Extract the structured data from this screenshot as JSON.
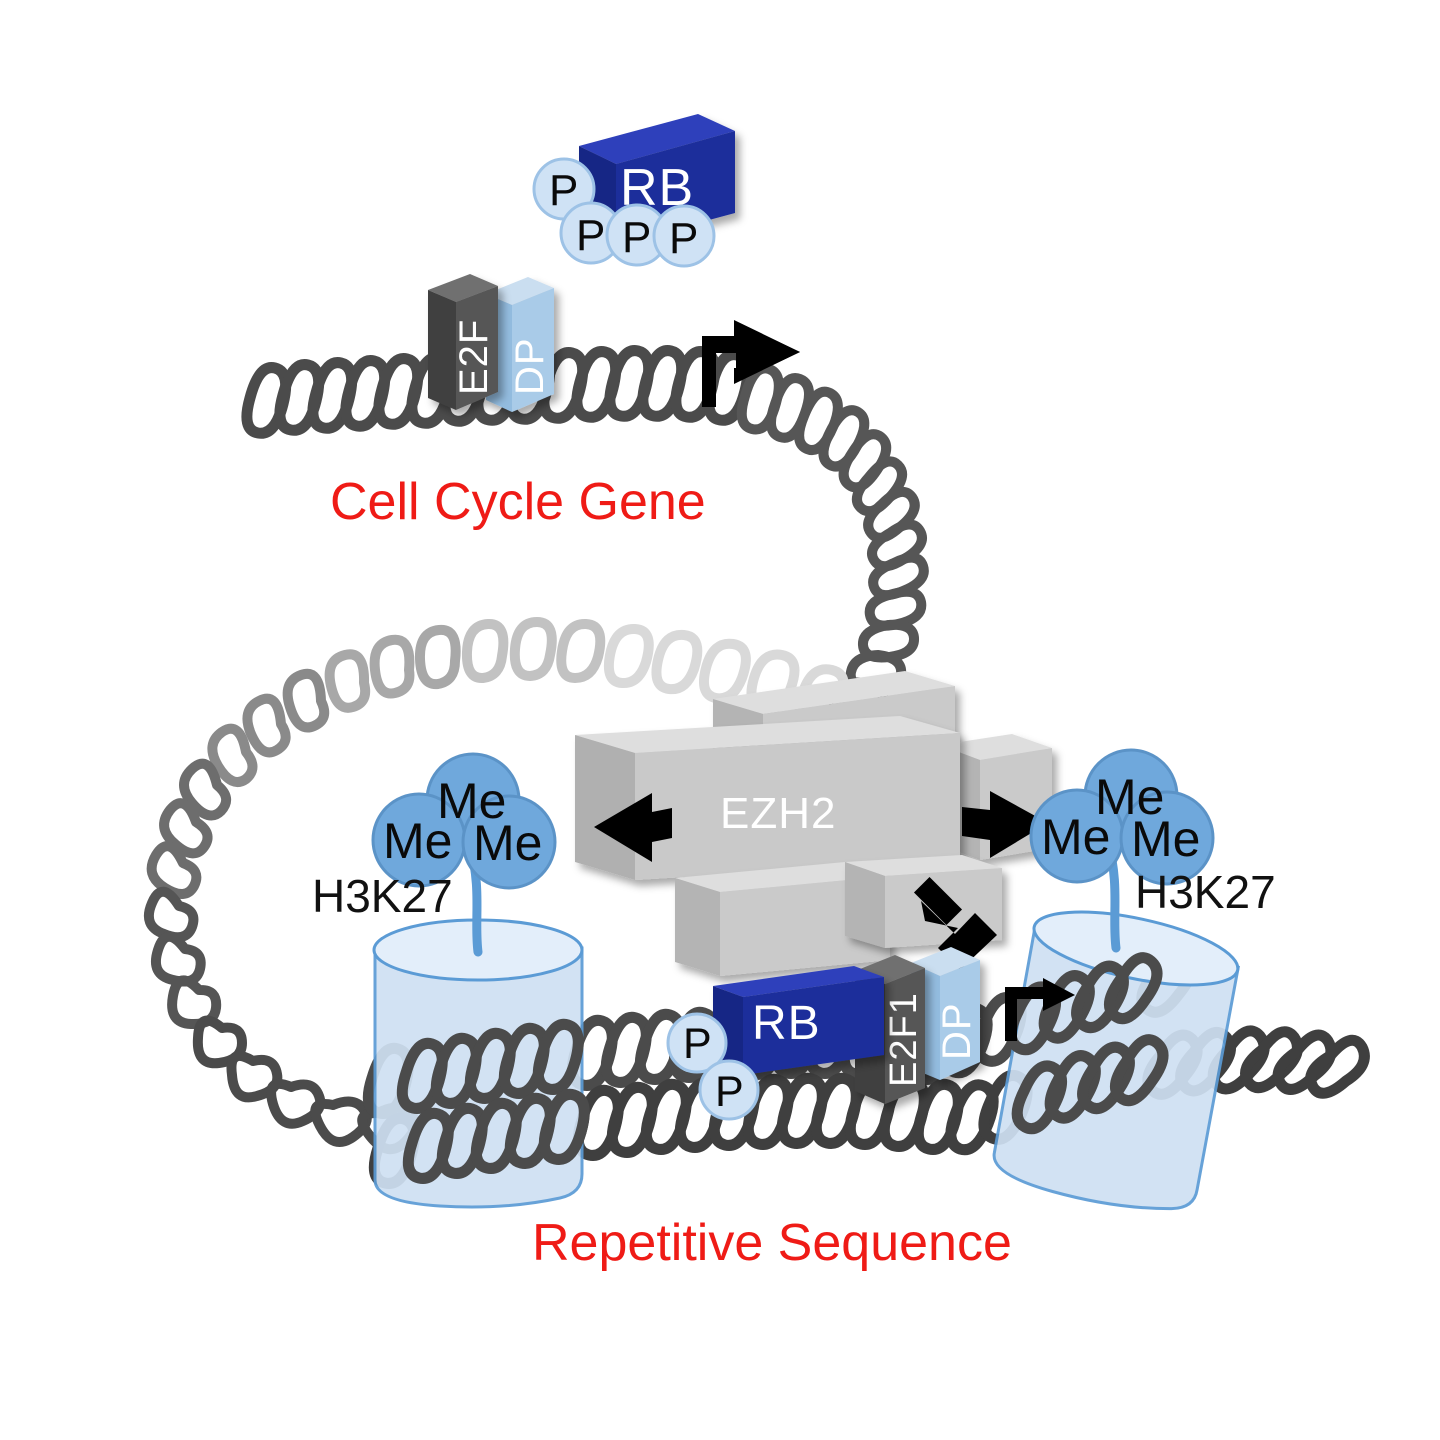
{
  "figure": {
    "kind": "molecular-biology-pathway-diagram",
    "background_color": "#ffffff"
  },
  "labels": {
    "cell_cycle_gene": "Cell Cycle Gene",
    "repetitive_sequence": "Repetitive Sequence",
    "h3k27_left": "H3K27",
    "h3k27_right": "H3K27"
  },
  "colors": {
    "dna": "#4b4b4b",
    "dna_faded": "#c9c9c9",
    "rb_blue": "#1d2f9b",
    "rb_blue_top": "#2d3fb5",
    "e2f_gray": "#575757",
    "e2f_gray_top": "#6f6f6f",
    "dp_blue": "#a9cbe8",
    "dp_blue_top": "#c2daf0",
    "ezh2_gray": "#c9c9c9",
    "ezh2_gray_top": "#dcdcdc",
    "ezh2_gray_side": "#b0b0b0",
    "phos_fill": "#cfe2f5",
    "phos_stroke": "#9dc2e6",
    "me_fill": "#6fa8dc",
    "me_stroke": "#5b93c7",
    "nucleosome_fill": "#cfe0f2",
    "nucleosome_stroke": "#5b9bd5",
    "label_red": "#ef1b16",
    "arrow_black": "#000000"
  },
  "top_complex": {
    "rb": {
      "label": "RB",
      "phosphates": [
        "P",
        "P",
        "P",
        "P"
      ]
    },
    "e2f": {
      "label": "E2F"
    },
    "dp": {
      "label": "DP"
    },
    "transcription_arrow": "active-transcription-arrow"
  },
  "ezh2_complex": {
    "label": "EZH2",
    "subunit_count": 5,
    "arrows": [
      {
        "name": "arrow-left",
        "direction": "left",
        "type": "arrow"
      },
      {
        "name": "arrow-right",
        "direction": "right",
        "type": "arrow"
      },
      {
        "name": "arrow-inhibit-down-right",
        "direction": "down-right",
        "type": "inhibition"
      }
    ]
  },
  "bottom_complex": {
    "rb": {
      "label": "RB",
      "phosphates": [
        "P",
        "P"
      ]
    },
    "e2f1": {
      "label": "E2F1"
    },
    "dp": {
      "label": "DP"
    },
    "transcription_arrow": "repressed-transcription-arrow"
  },
  "nucleosomes": [
    {
      "name": "nucleosome-left",
      "mark": "H3K27",
      "methyls": [
        "Me",
        "Me",
        "Me"
      ]
    },
    {
      "name": "nucleosome-right",
      "mark": "H3K27",
      "methyls": [
        "Me",
        "Me",
        "Me"
      ]
    }
  ]
}
